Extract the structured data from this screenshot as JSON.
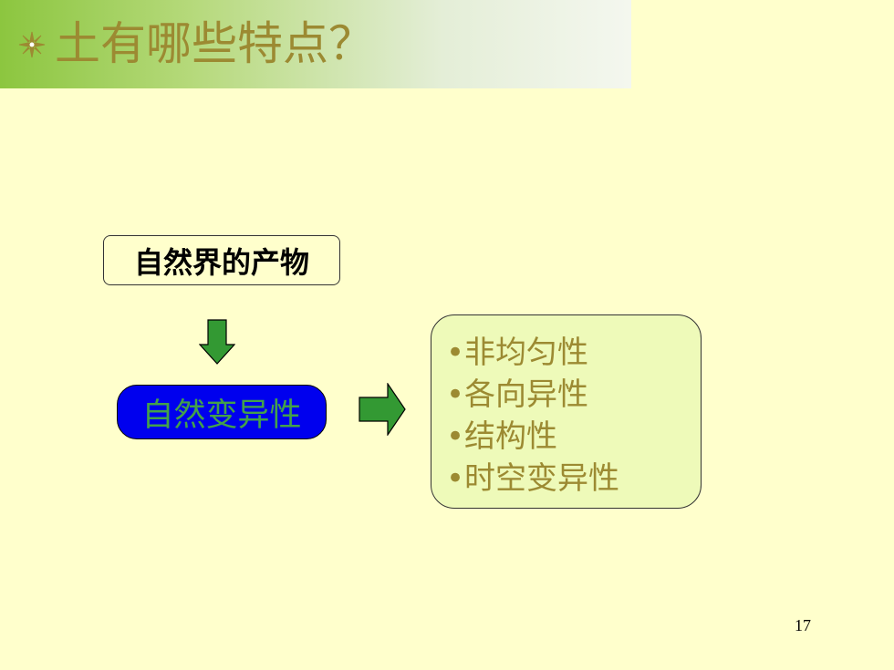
{
  "slide": {
    "title": "土有哪些特点？",
    "title_icon": "asterisk-star-icon",
    "origin_box": "自然界的产物",
    "variability_label": "自然变异性",
    "properties": [
      "•非均匀性",
      "•各向异性",
      "•结构性",
      "•时空变异性"
    ],
    "page_number": "17"
  },
  "colors": {
    "background": "#FFFFCC",
    "title_text": "#9C8A32",
    "arrow_green": "#339933",
    "pill_blue": "#0000EE",
    "pill_text": "#43A14A",
    "props_box": "#EEFAB9"
  },
  "icons": {
    "down_arrow": "arrow-down-icon",
    "right_arrow": "arrow-right-icon"
  }
}
